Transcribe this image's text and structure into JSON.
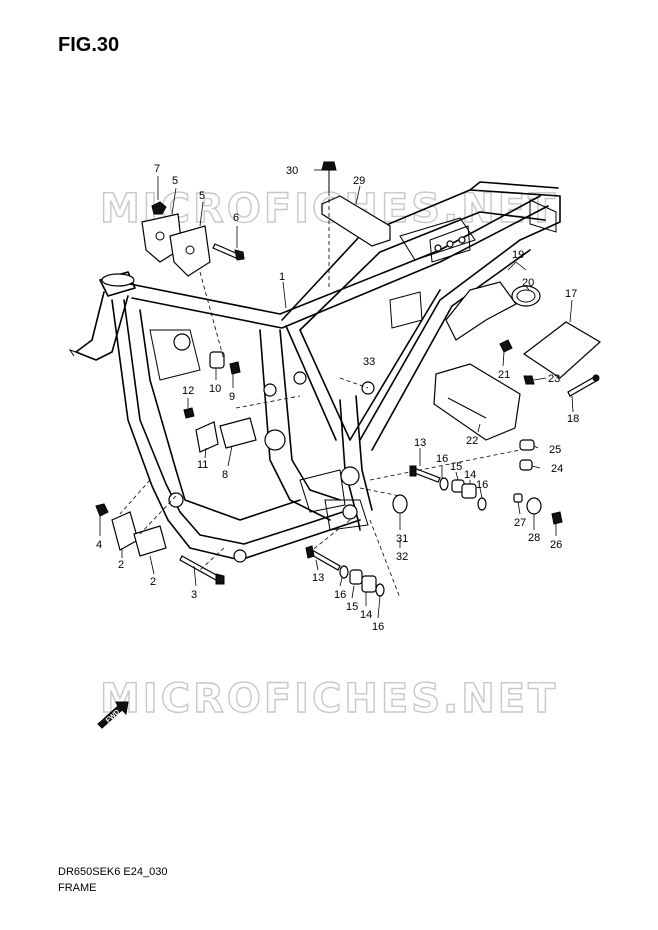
{
  "figure": {
    "title": "FIG.30"
  },
  "footer": {
    "model_code": "DR650SEK6 E24_030",
    "section_name": "FRAME"
  },
  "watermark": {
    "text": "MICROFICHES.NET"
  },
  "fwd_arrow": {
    "label": "FWD"
  },
  "callouts": {
    "c7": "7",
    "c5a": "5",
    "c5b": "5",
    "c6": "6",
    "c30": "30",
    "c29": "29",
    "c1": "1",
    "c19": "19",
    "c20": "20",
    "c17": "17",
    "c33": "33",
    "c21": "21",
    "c23": "23",
    "c18": "18",
    "c12": "12",
    "c10": "10",
    "c9": "9",
    "c11": "11",
    "c8": "8",
    "c22": "22",
    "c13a": "13",
    "c16a": "16",
    "c15a": "15",
    "c14a": "14",
    "c16b": "16",
    "c25": "25",
    "c24": "24",
    "c4": "4",
    "c2a": "2",
    "c2b": "2",
    "c3": "3",
    "c31": "31",
    "c32": "32",
    "c27": "27",
    "c28": "28",
    "c26": "26",
    "c13b": "13",
    "c16c": "16",
    "c15b": "15",
    "c14b": "14",
    "c16d": "16"
  }
}
